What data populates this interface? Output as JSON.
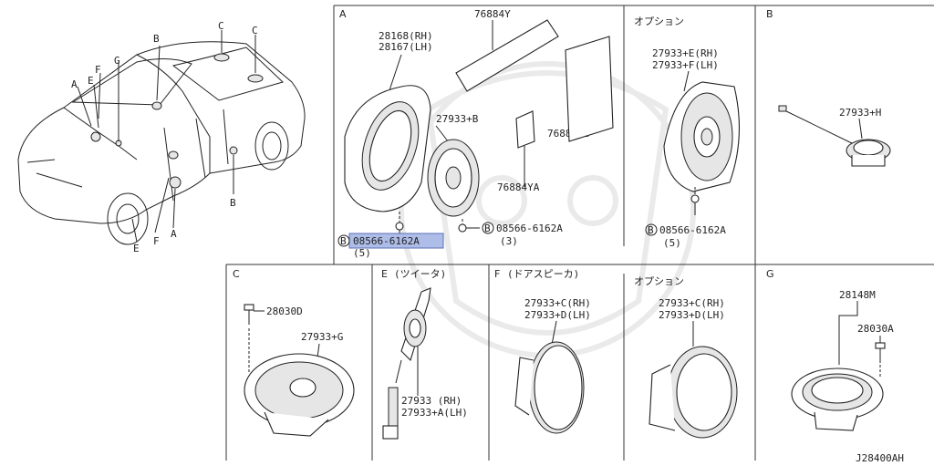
{
  "overview": {
    "callouts": {
      "a": "A",
      "b_top": "B",
      "b_low": "B",
      "c1": "C",
      "c2": "C",
      "e_top": "E",
      "e_low": "E",
      "f_top": "F",
      "f_low": "F",
      "g": "G",
      "a_low": "A"
    }
  },
  "sections": {
    "A": {
      "letter": "A",
      "rh": "28168(RH)",
      "lh": "28167(LH)",
      "panel": "76884Y",
      "speaker": "27933+B",
      "pad": "76884YA",
      "side_pad": "76884YB",
      "screw_label_1": "08566-6162A",
      "screw_qty_1": "(3)",
      "screw_label_2": "08566-6162A",
      "screw_qty_2": "(5)",
      "b_mark": "B"
    },
    "A_opt": {
      "title": "オプション",
      "rh": "27933+E(RH)",
      "lh": "27933+F(LH)",
      "screw": "08566-6162A",
      "qty": "(5)",
      "b_mark": "B"
    },
    "B": {
      "letter": "B",
      "part": "27933+H"
    },
    "C": {
      "letter": "C",
      "bolt": "28030D",
      "speaker": "27933+G"
    },
    "E": {
      "letter": "E",
      "title": "(ツイータ)",
      "rh": "27933  (RH)",
      "lh": "27933+A(LH)"
    },
    "F": {
      "letter": "F",
      "title": "(ドアスピーカ)",
      "rh": "27933+C(RH)",
      "lh": "27933+D(LH)"
    },
    "F_opt": {
      "title": "オプション",
      "rh": "27933+C(RH)",
      "lh": "27933+D(LH)"
    },
    "G": {
      "letter": "G",
      "part": "28148M",
      "bolt": "28030A"
    }
  },
  "code": "J28400AH"
}
